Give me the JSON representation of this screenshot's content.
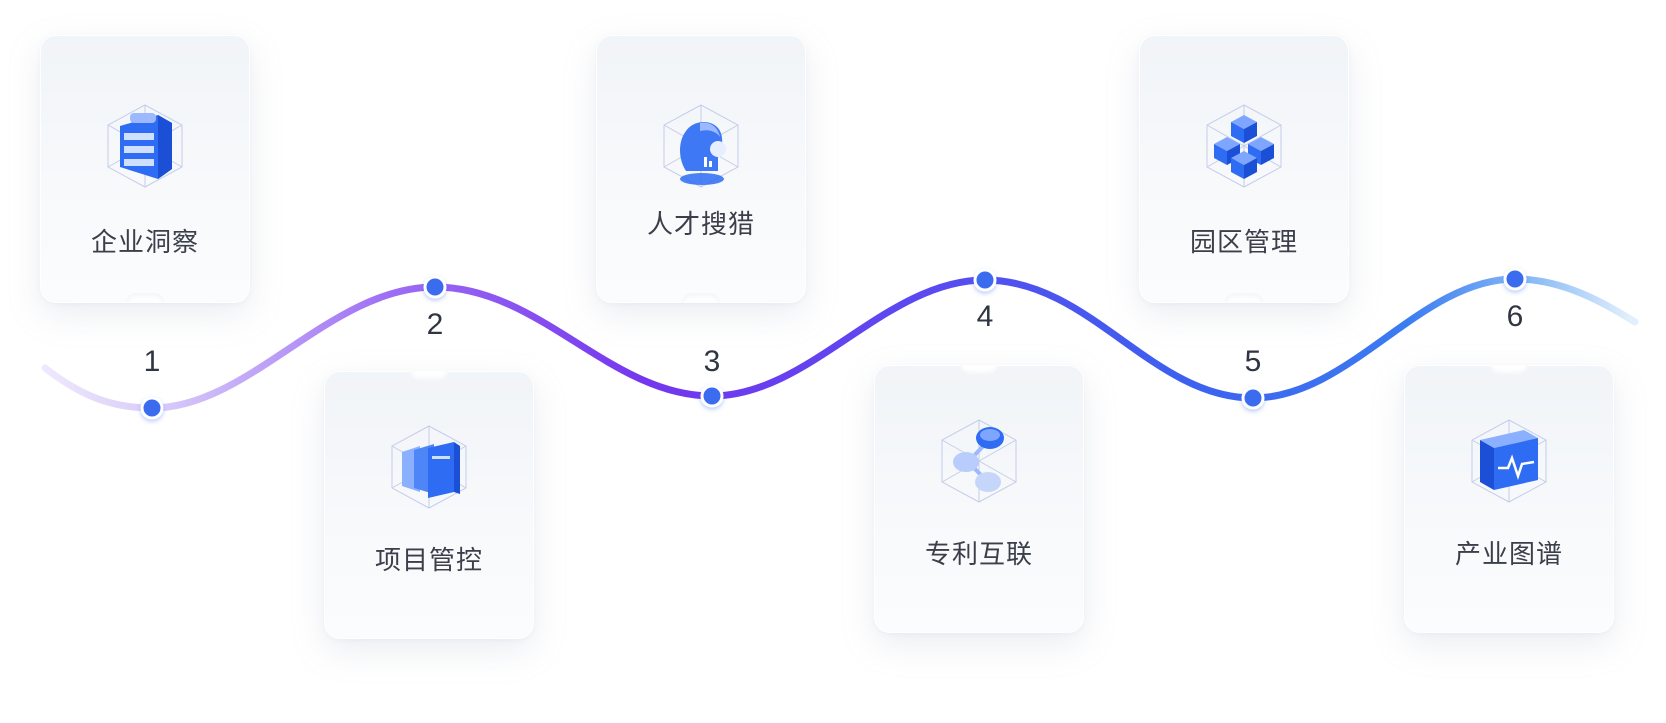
{
  "steps": [
    {
      "number": "1",
      "label": "企业洞察",
      "icon": "server-stack-icon"
    },
    {
      "number": "2",
      "label": "项目管控",
      "icon": "layered-panels-icon"
    },
    {
      "number": "3",
      "label": "人才搜猎",
      "icon": "head-profile-icon"
    },
    {
      "number": "4",
      "label": "专利互联",
      "icon": "molecule-link-icon"
    },
    {
      "number": "5",
      "label": "园区管理",
      "icon": "cube-cluster-icon"
    },
    {
      "number": "6",
      "label": "产业图谱",
      "icon": "monitor-pulse-icon"
    }
  ],
  "colors": {
    "wave_start": "#e9e3fb",
    "wave_purple": "#7a3cf0",
    "wave_blue": "#3f63f0",
    "wave_end": "#d6e8fb",
    "dot": "#3b6cf0",
    "icon_blue": "#2d6cf3"
  }
}
